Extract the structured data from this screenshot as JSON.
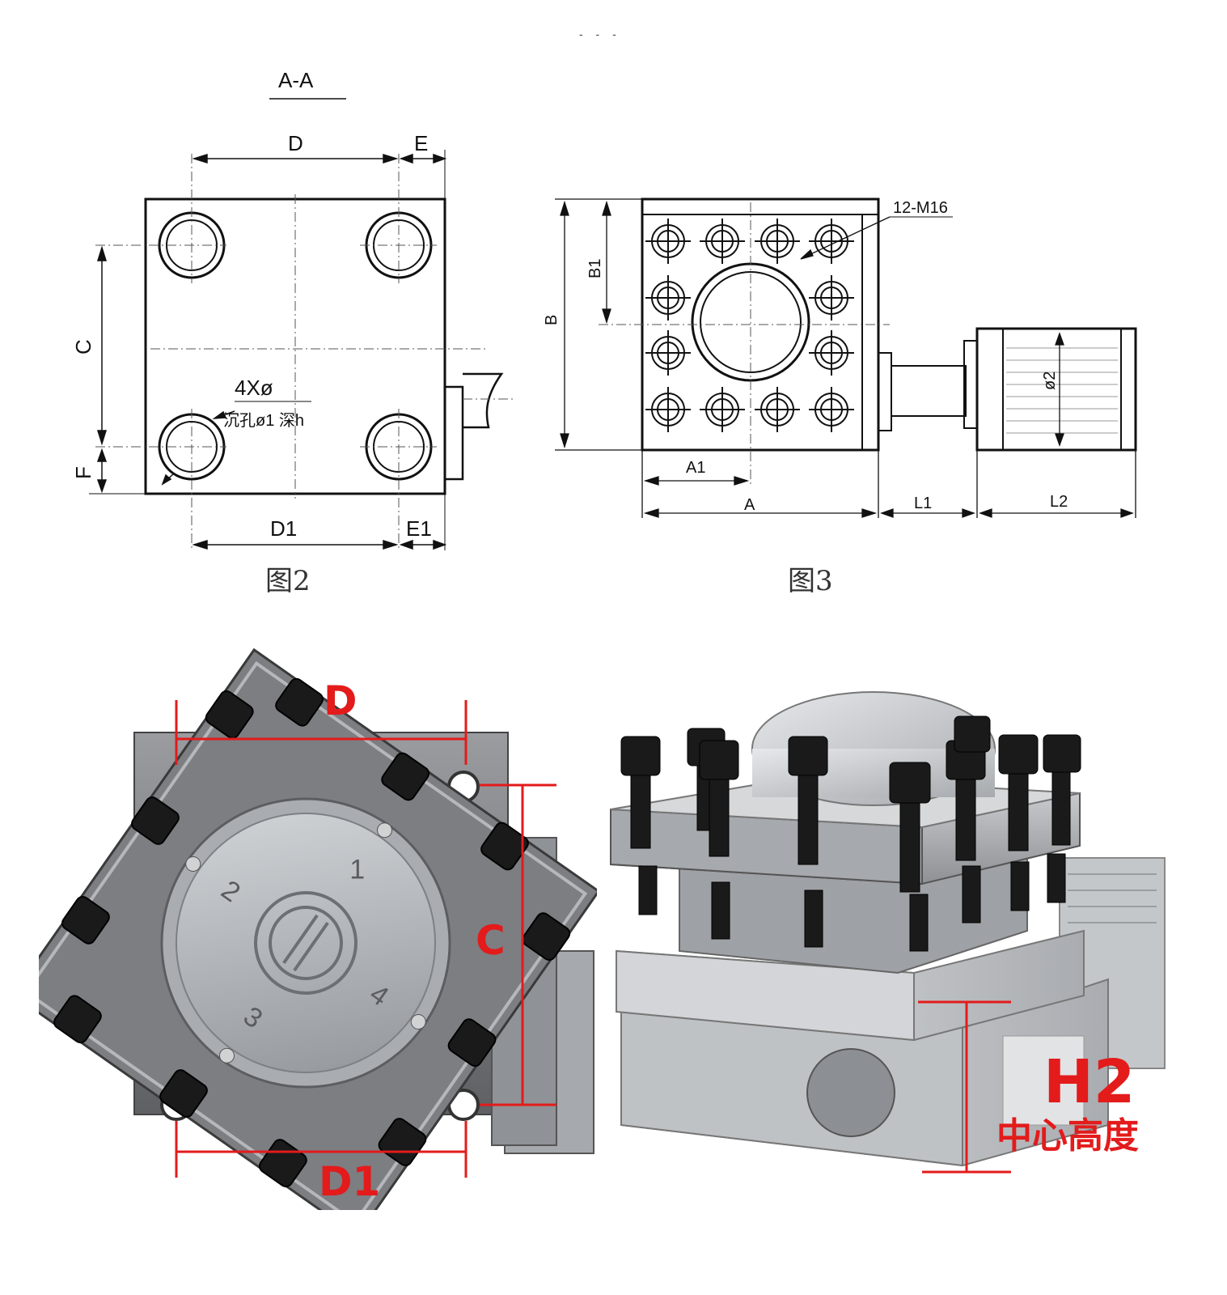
{
  "top_mark": "- - -",
  "fig2": {
    "section_label": "A-A",
    "dim_D": "D",
    "dim_E": "E",
    "dim_C": "C",
    "dim_F": "F",
    "dim_D1": "D1",
    "dim_E1": "E1",
    "holes_label": "4Xø",
    "counterbore_label": "沉孔ø1 深h",
    "caption": "图2"
  },
  "fig3": {
    "thread_label": "12-M16",
    "dim_B": "B",
    "dim_B1": "B1",
    "dim_A1": "A1",
    "dim_A": "A",
    "dim_L1": "L1",
    "dim_L2": "L2",
    "dim_phi2": "ø2",
    "caption": "图3"
  },
  "photo_left": {
    "label_D": "D",
    "label_C": "C",
    "label_D1": "D1",
    "cap_number_1": "1",
    "cap_number_2": "2",
    "cap_number_3": "3",
    "cap_number_4": "4"
  },
  "photo_right": {
    "label_H2": "H2",
    "label_center_height": "中心高度"
  },
  "colors": {
    "annotation_red": "#e31b1b",
    "metal_dark": "#6a6b6e",
    "metal_light": "#b9bcc0",
    "bolt_black": "#1a1a1a"
  }
}
